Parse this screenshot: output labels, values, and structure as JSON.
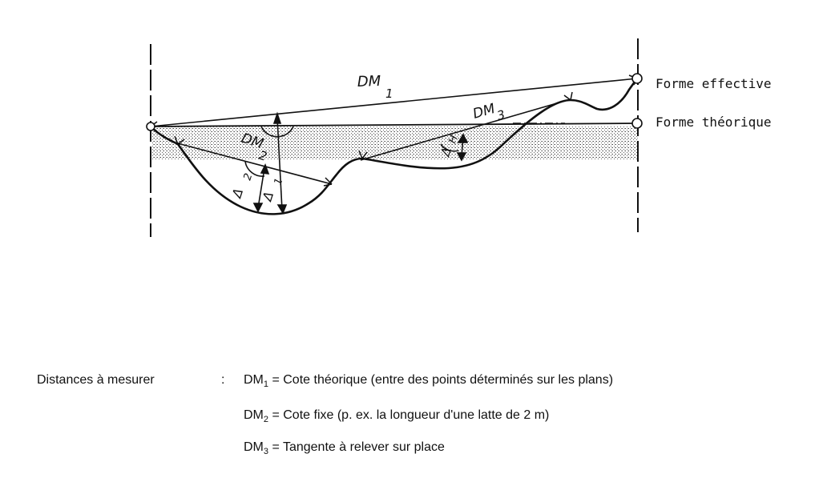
{
  "figure": {
    "label_effective": "Forme effective",
    "label_theoretical": "Forme théorique",
    "dm1_text": "DM",
    "dm1_sub": "1",
    "dm2_text": "DM",
    "dm2_sub": "2",
    "dm3_text": "DM",
    "dm3_sub": "3",
    "delta_symbol": "Δ",
    "delta_a_sub": "1",
    "delta_b_sub": "2",
    "delta_c_sub": "H"
  },
  "legend": {
    "heading": "Distances à mesurer",
    "colon": ":",
    "rows": [
      {
        "abbr": "DM",
        "sub": "1",
        "text": " = Cote théorique (entre des points déterminés sur les plans)"
      },
      {
        "abbr": "DM",
        "sub": "2",
        "text": " = Cote fixe (p. ex. la longueur d'une latte de 2 m)"
      },
      {
        "abbr": "DM",
        "sub": "3",
        "text": " = Tangente à relever sur place"
      }
    ]
  }
}
